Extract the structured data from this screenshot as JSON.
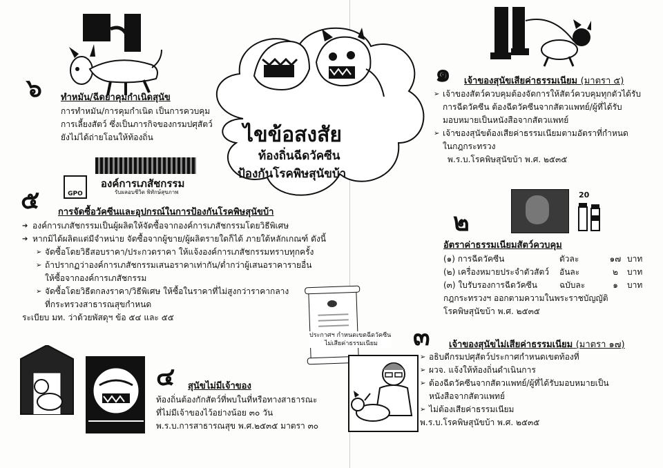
{
  "title": {
    "main": "ไขข้อสงสัย",
    "line1": "ท้องถิ่นฉีดวัคซีน",
    "line2": "ป้องกันโรคพิษสุนัขบ้า"
  },
  "sec1": {
    "num": "๑",
    "heading": "เจ้าของสุนัขเสียค่าธรรมเนียม",
    "ref": "(มาตรา ๕)",
    "b1": [
      "เจ้าของสัตว์ควบคุมต้องจัดการให้สัตว์ควบคุมทุกตัวได้รับ",
      "การฉีดวัคซีน ต้องฉีดวัคซีนจากสัตวแพทย์/ผู้ที่ได้รับ",
      "มอบหมายเป็นหนังสือจากสัตวแพทย์"
    ],
    "b2": [
      "เจ้าของสุนัขต้องเสียค่าธรรมเนียมตามอัตราที่กำหนด",
      "ในกฎกระทรวง"
    ],
    "law": "พ.ร.บ.โรคพิษสุนัขบ้า พ.ศ. ๒๕๓๕"
  },
  "sec2": {
    "num": "๒",
    "heading": "อัตราค่าธรรมเนียมสัตว์ควบคุม",
    "fees": [
      {
        "item": "(๑) การฉีดวัคซีน",
        "unit": "ตัวละ",
        "qty": "๑๗",
        "cur": "บาท"
      },
      {
        "item": "(๒) เครื่องหมายประจำตัวสัตว์",
        "unit": "อันละ",
        "qty": "๒",
        "cur": "บาท"
      },
      {
        "item": "(๓) ใบรับรองการฉีดวัคซีน",
        "unit": "ฉบับละ",
        "qty": "๑",
        "cur": "บาท"
      }
    ],
    "note": [
      "กฎกระทรวงฯ ออกตามความในพระราชบัญญัติ",
      "โรคพิษสุนัขบ้า พ.ศ. ๒๕๓๕"
    ],
    "photo_text": "20"
  },
  "sec3": {
    "num": "๓",
    "heading": "เจ้าของสุนัขไม่เสียค่าธรรมเนียม",
    "ref": "(มาตรา ๑๗)",
    "items": [
      "อธิบดีกรมปศุสัตว์ประกาศกำหนดเขตท้องที่",
      "ผวจ. แจ้งให้ท้องถิ่นดำเนินการ",
      "ต้องฉีดวัคซีนจากสัตวแพทย์/ผู้ที่ได้รับมอบหมายเป็น",
      "ไม่ต้องเสียค่าธรรมเนียม"
    ],
    "item3_cont": "หนังสือจากสัตวแพทย์",
    "law": "พ.ร.บ.โรคพิษสุนัขบ้า พ.ศ. ๒๕๓๕"
  },
  "sec4": {
    "num": "๔",
    "heading": "สุนัขไม่มีเจ้าของ",
    "lines": [
      "ท้องถิ่นต้องกักสัตว์ที่พบในที่หรือทางสาธารณะ",
      "ที่ไม่มีเจ้าของไว้อย่างน้อย ๓๐ วัน"
    ],
    "law": "พ.ร.บ.การสาธารณสุข พ.ศ.๒๕๓๕ มาตรา ๓๐"
  },
  "sec5": {
    "num": "๕",
    "heading": "การจัดซื้อวัคซีนและอุปกรณ์ในการป้องกันโรคพิษสุนัขบ้า",
    "org_name": "องค์การเภสัชกรรม",
    "org_tag": "รับผลอบชีวิต พิทักษ์สุขภาพ",
    "logo_text": "GPO",
    "b1": "องค์การเภสัชกรรมเป็นผู้ผลิตให้จัดซื้อจากองค์การเภสัชกรรมโดยวิธีพิเศษ",
    "b2": "หากมิได้ผลิตแต่มีจำหน่าย จัดซื้อจากผู้ขาย/ผู้ผลิตรายใดก็ได้ ภายใต้หลักเกณฑ์ ดังนี้",
    "s1": "จัดซื้อโดยวิธีสอบราคา/ประกวดราคา ให้แจ้งองค์การเภสัชกรรมทราบทุกครั้ง",
    "s2": [
      "ถ้าปรากฏว่าองค์การเภสัชกรรมเสนอราคาเท่ากัน/ต่ำกว่าผู้เสนอราคารายอื่น",
      "ให้ซื้อจากองค์การเภสัชกรรม"
    ],
    "s3": [
      "จัดซื้อโดยวิธีตกลงราคา/วิธีพิเศษ ให้ซื้อในราคาที่ไม่สูงกว่าราคากลาง",
      "ที่กระทรวงสาธารณสุขกำหนด"
    ],
    "law": "ระเบียบ มท. ว่าด้วยพัสดุฯ ข้อ ๕๔ และ ๕๕"
  },
  "sec6": {
    "num": "๖",
    "heading": "ทำหมัน/ฉีดยาคุมกำเนิดสุนัข",
    "lines": [
      "การทำหมัน/การคุมกำเนิด เป็นการควบคุม",
      "การเลี้ยงสัตว์ ซึ่งเป็นภารกิจของกรมปศุสัตว์",
      "ยังไม่ได้ถ่ายโอนให้ท้องถิ่น"
    ]
  },
  "scroll": {
    "line1": "ประกาศฯ กำหนดเขตฉีดวัคซีน",
    "line2": "ไม่เสียค่าธรรมเนียม"
  }
}
